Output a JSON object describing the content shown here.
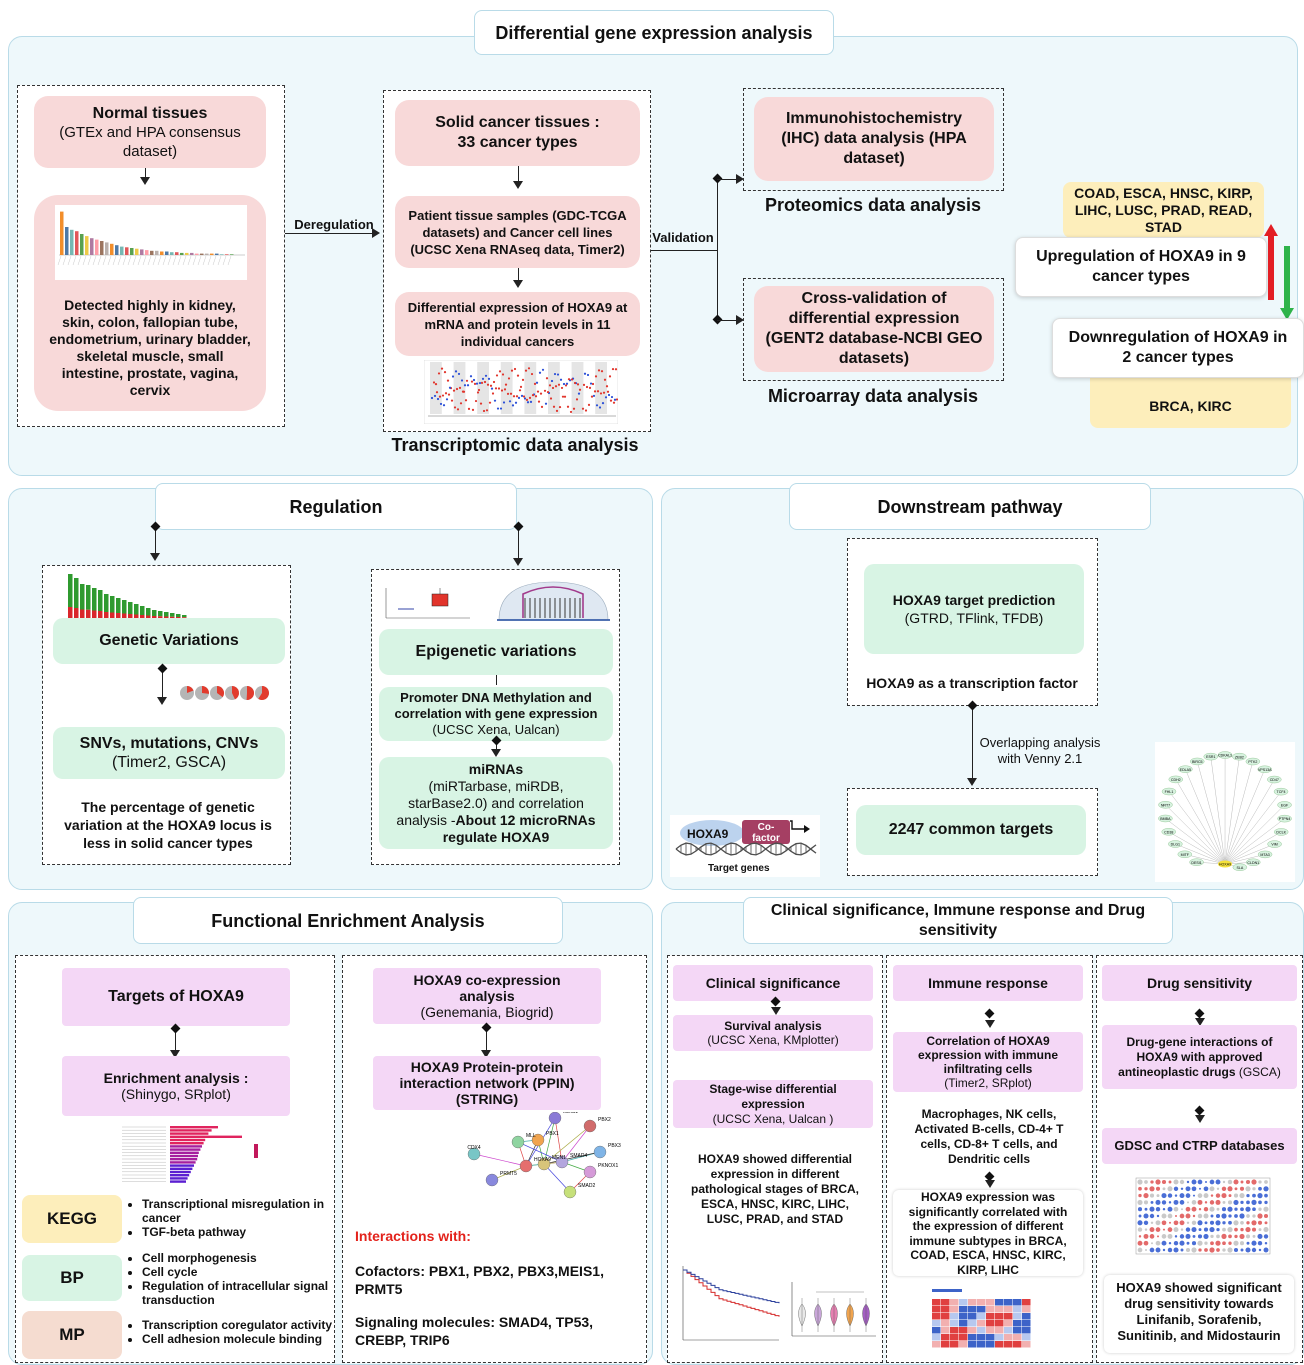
{
  "top": {
    "title": "Differential gene expression analysis",
    "normal": {
      "title": "Normal tissues",
      "sub": "(GTEx and HPA consensus dataset)",
      "desc": "Detected highly in kidney, skin, colon, fallopian tube, endometrium, urinary bladder, skeletal muscle, small intestine, prostate, vagina, cervix"
    },
    "deregulation": "Deregulation",
    "solid": {
      "title": "Solid cancer tissues : 33 cancer types",
      "samples": "Patient tissue samples (GDC-TCGA datasets) and Cancer cell lines (UCSC Xena RNAseq data, Timer2)",
      "diff": "Differential expression of HOXA9 at mRNA and protein levels in 11 individual cancers"
    },
    "transcriptomic": "Transcriptomic data analysis",
    "validation": "Validation",
    "ihc": "Immunohistochemistry (IHC) data analysis (HPA dataset)",
    "proteomics": "Proteomics data analysis",
    "crossval": "Cross-validation of differential expression (GENT2 database-NCBI GEO datasets)",
    "microarray": "Microarray data analysis",
    "up_types": "COAD, ESCA, HNSC, KIRP, LIHC, LUSC, PRAD, READ, STAD",
    "up": "Upregulation of HOXA9 in 9 cancer types",
    "down": "Downregulation of HOXA9 in 2 cancer types",
    "down_types": "BRCA, KIRC"
  },
  "regulation": {
    "title": "Regulation",
    "genetic": "Genetic Variations",
    "snv_title": "SNVs, mutations, CNVs",
    "snv_sub": "(Timer2, GSCA)",
    "snv_desc": "The percentage of genetic variation at the HOXA9 locus is less in solid cancer types",
    "epi": "Epigenetic variations",
    "promoter_title": "Promoter DNA Methylation and correlation with gene expression",
    "promoter_sub": "(UCSC Xena, Ualcan)",
    "mirna_title": "miRNAs",
    "mirna_body": "(miRTarbase, miRDB, starBase2.0) and correlation analysis -",
    "mirna_bold": "About 12 microRNAs regulate HOXA9"
  },
  "downstream": {
    "title": "Downstream pathway",
    "target_title": "HOXA9 target prediction",
    "target_sub": "(GTRD, TFlink, TFDB)",
    "tf": "HOXA9 as a transcription factor",
    "overlap": "Overlapping analysis with Venny 2.1",
    "common": "2247 common targets",
    "hoxa9": "HOXA9",
    "cofactor": "Co-factor",
    "target_genes": "Target genes",
    "network_center": "HOXA9",
    "network_nodes": [
      "SLA",
      "CLDN1",
      "MTA3",
      "VIM",
      "DCLK",
      "PTPN4",
      "EGF",
      "TCF4",
      "CD47",
      "VPS13A",
      "PTK2",
      "ZEB2",
      "CDKAL1",
      "ESR1",
      "BIRC5",
      "EDLA5",
      "CDH2",
      "FHL1",
      "NRT7",
      "BMBA",
      "CD38",
      "DLG1",
      "MITF",
      "DESI1"
    ]
  },
  "functional": {
    "title": "Functional Enrichment Analysis",
    "targets": "Targets of HOXA9",
    "enrich_title": "Enrichment analysis :",
    "enrich_sub": "(Shinygo, SRplot)",
    "kegg": "KEGG",
    "kegg_items": [
      "Transcriptional misregulation in cancer",
      "TGF-beta pathway"
    ],
    "bp": "BP",
    "bp_items": [
      "Cell morphogenesis",
      "Cell cycle",
      "Regulation of intracellular signal transduction"
    ],
    "mp": "MP",
    "mp_items": [
      "Transcription coregulator activity",
      "Cell adhesion molecule binding"
    ],
    "coexp_title": "HOXA9 co-expression analysis",
    "coexp_sub": "(Genemania, Biogrid)",
    "ppin": "HOXA9 Protein-protein interaction network (PPIN) (STRING)",
    "ppin_nodes": [
      "MEIS1",
      "PBX2",
      "PBX3",
      "PKNOX1",
      "SMAD2",
      "SMAD4",
      "MEN1",
      "HOXA9",
      "PBX1",
      "MLL",
      "CDX4",
      "PRMT5"
    ],
    "interactions": "Interactions with:",
    "cofactors": "Cofactors: PBX1, PBX2, PBX3,MEIS1, PRMT5",
    "signaling": "Signaling molecules: SMAD4, TP53, CREBP, TRIP6"
  },
  "clinical": {
    "title": "Clinical significance, Immune response and  Drug sensitivity",
    "clin": "Clinical significance",
    "survival_title": "Survival analysis",
    "survival_sub": "(UCSC Xena, KMplotter)",
    "stage_title": "Stage-wise differential expression",
    "stage_sub": "(UCSC Xena, Ualcan )",
    "stage_desc": "HOXA9 showed differential expression in different pathological stages of BRCA, ESCA, HNSC, KIRC, LIHC, LUSC, PRAD, and STAD",
    "immune": "Immune response",
    "corr_title": "Correlation of HOXA9 expression with immune infiltrating cells",
    "corr_sub": "(Timer2, SRplot)",
    "cells": "Macrophages, NK cells, Activated B-cells, CD-4+ T cells, CD-8+ T cells, and Dendritic cells",
    "immune_desc": "HOXA9 expression was significantly correlated with the expression of different immune subtypes in BRCA, COAD, ESCA, HNSC, KIRC, KIRP, LIHC",
    "drug": "Drug sensitivity",
    "drug_title": "Drug-gene interactions of HOXA9 with approved antineoplastic drugs",
    "drug_sub": "(GSCA)",
    "gdsc": "GDSC and CTRP databases",
    "drug_desc": "HOXA9 showed significant drug sensitivity towards Linifanib, Sorafenib, Sunitinib, and Midostaurin"
  }
}
